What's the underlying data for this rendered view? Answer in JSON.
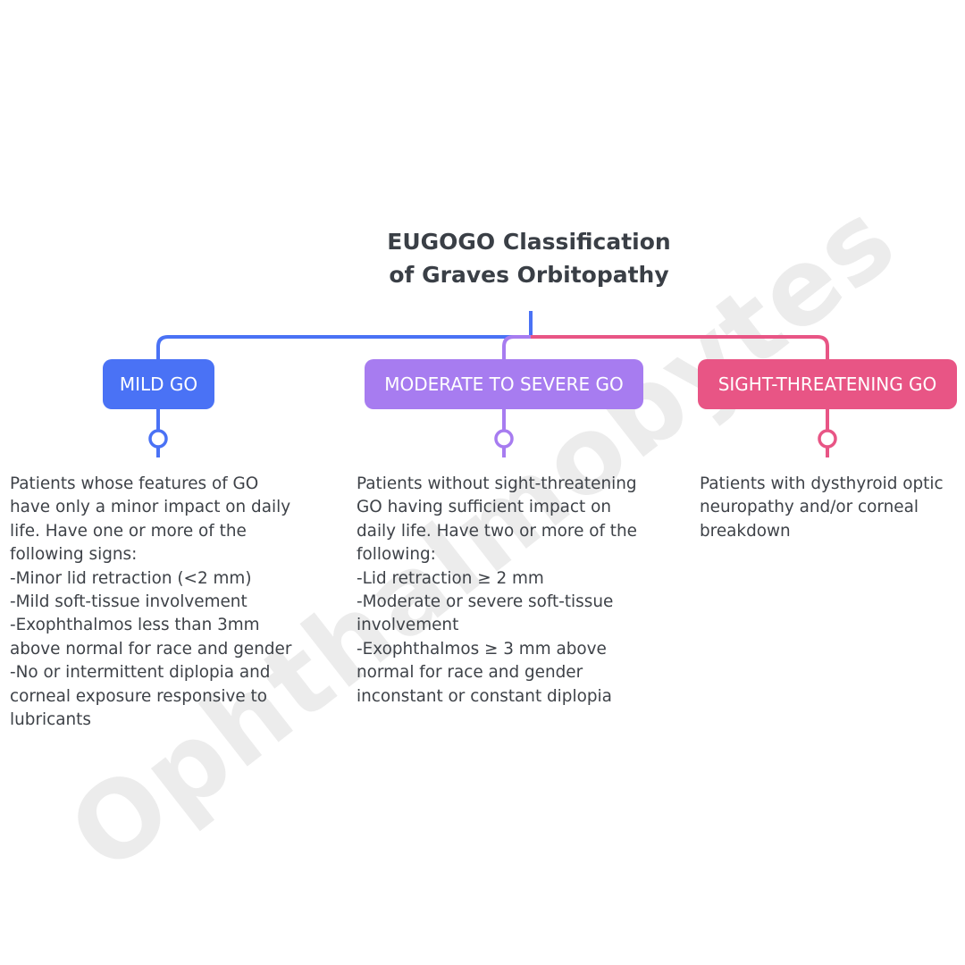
{
  "title": {
    "line1": "EUGOGO Classification",
    "line2": "of Graves Orbitopathy"
  },
  "colors": {
    "mild": "#4a72f5",
    "moderate": "#a77cf0",
    "sight_threatening": "#e85585",
    "text": "#3e4248"
  },
  "categories": [
    {
      "label": "MILD GO",
      "description": [
        "Patients whose features of GO",
        "have only a minor impact on daily",
        "life. Have one or more of the",
        "following signs:",
        "-Minor lid retraction (<2 mm)",
        "-Mild soft-tissue involvement",
        "-Exophthalmos less than 3mm",
        "above normal for race and gender",
        "-No or intermittent diplopia and",
        "corneal exposure responsive to",
        "lubricants"
      ]
    },
    {
      "label": "MODERATE TO SEVERE GO",
      "description": [
        "Patients without sight-threatening",
        "GO having sufficient impact on",
        "daily life. Have two or more of the",
        "following:",
        "-Lid retraction ≥ 2 mm",
        "-Moderate or severe soft-tissue",
        "involvement",
        "-Exophthalmos ≥ 3 mm above",
        "normal for race and gender",
        "inconstant or constant diplopia"
      ]
    },
    {
      "label": "SIGHT-THREATENING GO",
      "description": [
        "Patients with dysthyroid optic",
        "neuropathy and/or corneal",
        "breakdown"
      ]
    }
  ],
  "watermark": "Ophthalmobytes"
}
